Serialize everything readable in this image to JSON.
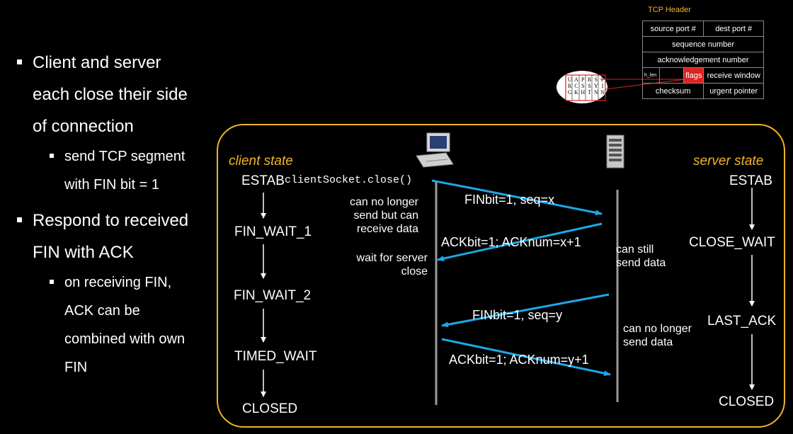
{
  "bullets": {
    "main1": {
      "line1": "Client and server",
      "line2": "each close their side",
      "line3": "of connection"
    },
    "sub1": {
      "line1": "send TCP segment",
      "line2": "with FIN bit = 1"
    },
    "main2": {
      "line1": "Respond to received",
      "line2": "FIN with ACK"
    },
    "sub2": {
      "line1": "on receiving FIN,",
      "line2": "ACK can be",
      "line3": "combined with own",
      "line4": "FIN"
    }
  },
  "diagram": {
    "client_heading": "client state",
    "server_heading": "server state",
    "client_states": [
      "ESTAB",
      "FIN_WAIT_1",
      "FIN_WAIT_2",
      "TIMED_WAIT",
      "CLOSED"
    ],
    "server_states": [
      "ESTAB",
      "CLOSE_WAIT",
      "LAST_ACK",
      "CLOSED"
    ],
    "call": "clientSocket.close()",
    "messages": [
      "FINbit=1, seq=x",
      "ACKbit=1; ACKnum=x+1",
      "FINbit=1, seq=y",
      "ACKbit=1; ACKnum=y+1"
    ],
    "client_notes": {
      "no_send": {
        "l1": "can no longer",
        "l2": "send but can",
        "l3": "receive data"
      },
      "wait": {
        "l1": "wait for server",
        "l2": "close"
      }
    },
    "server_notes": {
      "still": {
        "l1": "can still",
        "l2": "send data"
      },
      "no_send": {
        "l1": "can no longer",
        "l2": "send data"
      }
    },
    "arrow_color": "#1ea7e4",
    "border_color": "#f0b429"
  },
  "tcp_header": {
    "title": "TCP Header",
    "source_port": "source port #",
    "dest_port": "dest port #",
    "sequence": "sequence number",
    "ack": "acknowledgement number",
    "hlen": "h_len",
    "flags": "flags",
    "receive_window": "receive window",
    "checksum": "checksum",
    "urgent": "urgent pointer",
    "flag_bits": [
      "U R G",
      "A C K",
      "P S H",
      "R S T",
      "S Y N",
      "F I N"
    ]
  }
}
